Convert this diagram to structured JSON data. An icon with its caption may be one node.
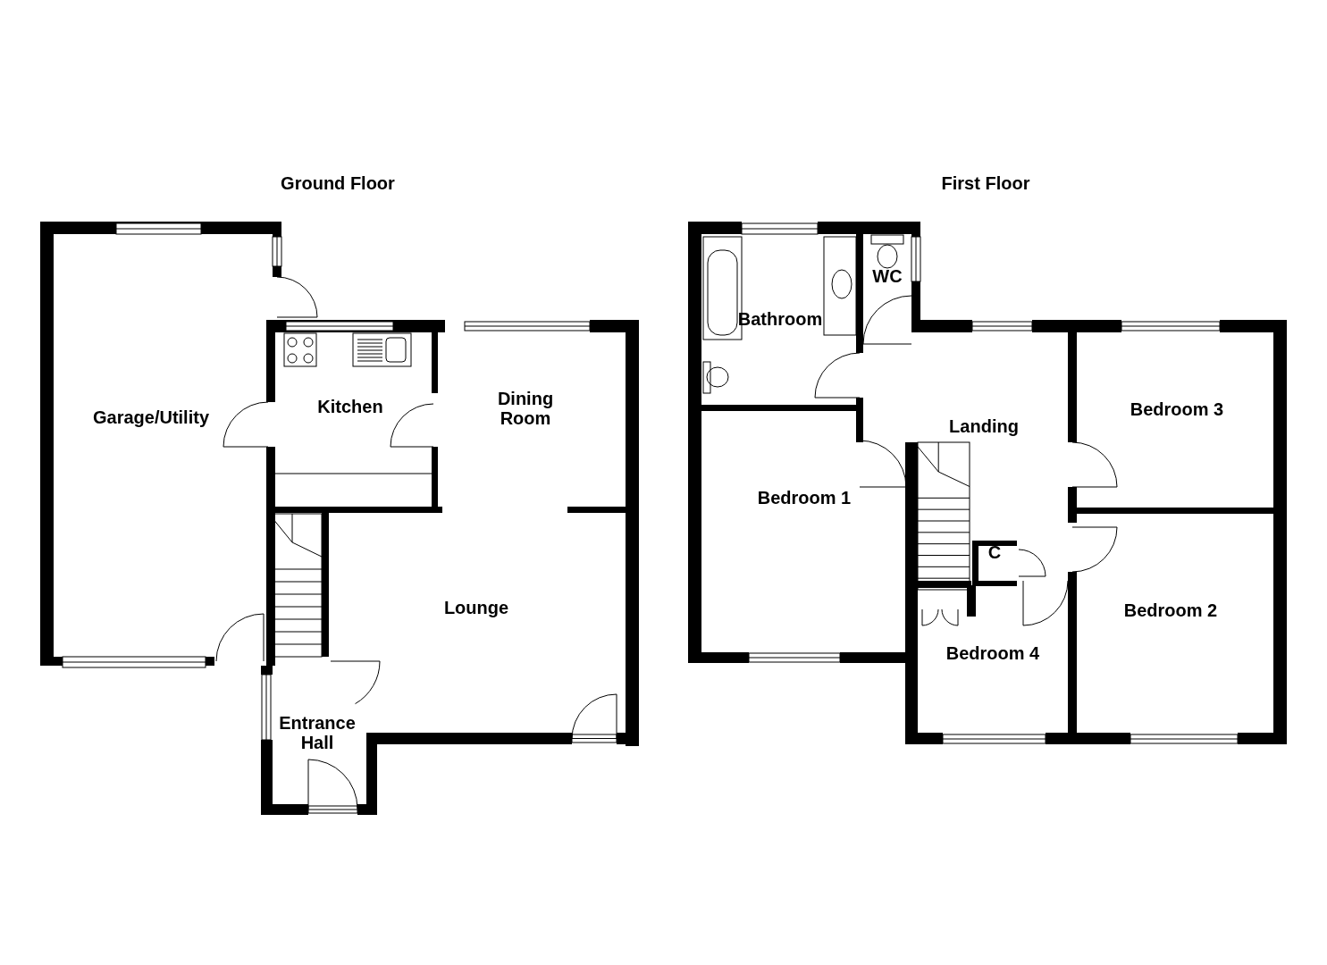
{
  "diagram": {
    "nodes": [
      {
        "text": [
          "Garage/Utility"
        ]
      },
      {
        "text": [
          "Kitchen"
        ]
      },
      {
        "text": [
          "Dining Room"
        ]
      },
      {
        "text": [
          "Lounge"
        ]
      },
      {
        "text": [
          "Entrance Hall"
        ]
      },
      {
        "text": [
          "Bathroom"
        ]
      },
      {
        "text": [
          "WC"
        ]
      },
      {
        "text": [
          "Landing"
        ]
      },
      {
        "text": [
          "Bedroom 3"
        ]
      },
      {
        "text": [
          "Bedroom 1"
        ]
      },
      {
        "text": [
          "C"
        ]
      },
      {
        "text": [
          "Bedroom 2"
        ]
      },
      {
        "text": [
          "Bedroom 4"
        ]
      }
    ],
    "labels": [
      "Ground Floor",
      "First Floor"
    ]
  }
}
